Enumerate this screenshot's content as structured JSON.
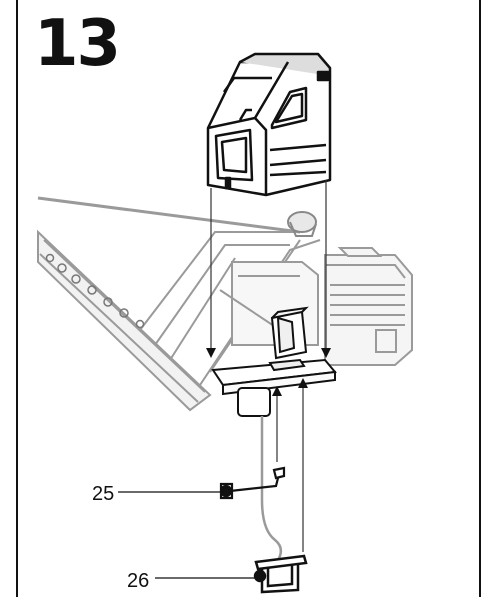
{
  "step": {
    "number": "13"
  },
  "callouts": [
    {
      "label": "25"
    },
    {
      "label": "26"
    }
  ]
}
